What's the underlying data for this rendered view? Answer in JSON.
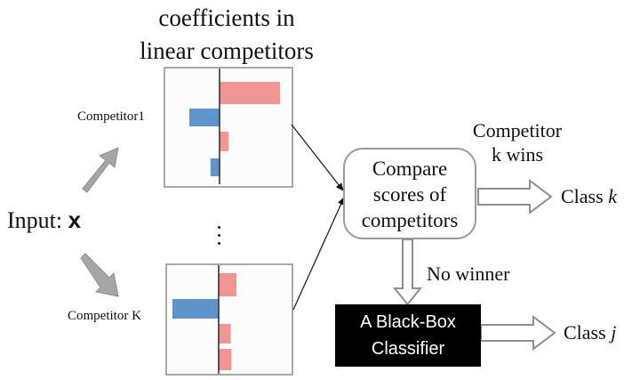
{
  "title": {
    "line1": "coefficients in",
    "line2": "linear competitors"
  },
  "input": {
    "label": "Input: ",
    "variable": "x"
  },
  "competitors": [
    {
      "label": "Competitor1",
      "coefficients": [
        {
          "value": 1.0,
          "sign": "positive"
        },
        {
          "value": -0.5,
          "sign": "negative"
        },
        {
          "value": 0.15,
          "sign": "positive"
        },
        {
          "value": -0.15,
          "sign": "negative"
        }
      ]
    },
    {
      "label": "Competitor K",
      "coefficients": [
        {
          "value": 0.25,
          "sign": "positive"
        },
        {
          "value": -0.65,
          "sign": "negative"
        },
        {
          "value": 0.17,
          "sign": "positive"
        },
        {
          "value": 0.18,
          "sign": "positive"
        }
      ]
    }
  ],
  "ellipsis": "⋮",
  "compare_box": {
    "line1": "Compare",
    "line2": "scores of",
    "line3": "competitors"
  },
  "win_label": {
    "line1": "Competitor",
    "line2": "k wins"
  },
  "class_k": {
    "prefix": "Class ",
    "var": "k"
  },
  "no_winner": "No winner",
  "blackbox": {
    "line1": "A Black-Box",
    "line2": "Classifier"
  },
  "class_j": {
    "prefix": "Class ",
    "var": "j"
  },
  "colors": {
    "positive": "#f19593",
    "negative": "#5e94cb",
    "arrow_fill": "#a6a6a6",
    "border": "#a9a9a9"
  }
}
